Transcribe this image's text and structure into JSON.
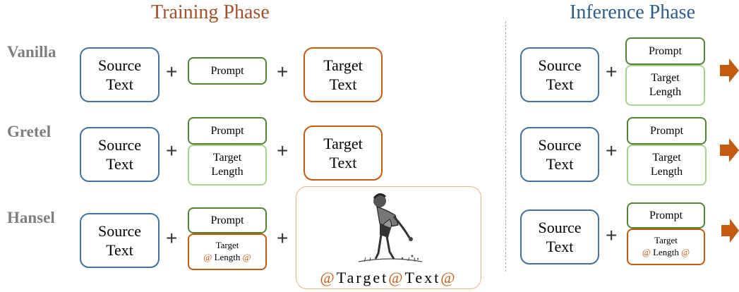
{
  "titles": {
    "training": "Training Phase",
    "inference": "Inference Phase"
  },
  "rows": {
    "vanilla": "Vanilla",
    "gretel": "Gretel",
    "hansel": "Hansel"
  },
  "boxes": {
    "source_line1": "Source",
    "source_line2": "Text",
    "target_line1": "Target",
    "target_line2": "Text",
    "prompt": "Prompt",
    "length_line1": "Target",
    "length_line2": "Length",
    "hansel_length_line1": "Target",
    "hansel_length_marker": "@",
    "hansel_length_word": "Length"
  },
  "operators": {
    "plus": "+"
  },
  "hansel_target": {
    "marker": "@",
    "word1": "Target",
    "word2": "Text"
  },
  "colors": {
    "training_title": "#a0522d",
    "inference_title": "#2e5c8a",
    "source_border": "#41719c",
    "target_border": "#c55a11",
    "prompt_border": "#548235",
    "length_border": "#a9d18e",
    "arrow": "#c55a11"
  },
  "icons": {
    "illustration": "boy-picking-breadcrumbs-illustration",
    "arrow": "right-arrow-icon"
  }
}
